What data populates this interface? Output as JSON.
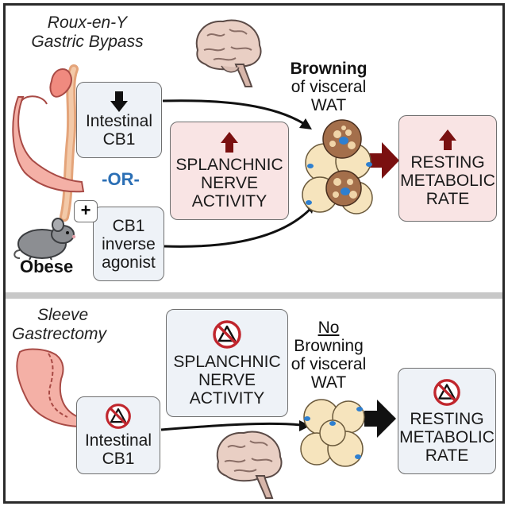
{
  "top": {
    "procedure_line1": "Roux-en-Y",
    "procedure_line2": "Gastric Bypass",
    "intestinal_line1": "Intestinal",
    "intestinal_line2": "CB1",
    "or_label": "-OR-",
    "plus_sign": "+",
    "agonist_line1": "CB1",
    "agonist_line2": "inverse",
    "agonist_line3": "agonist",
    "obese_label": "Obese",
    "splanchnic_line1": "SPLANCHNIC",
    "splanchnic_line2": "NERVE",
    "splanchnic_line3": "ACTIVITY",
    "browning_line1": "Browning",
    "browning_line2": "of visceral",
    "browning_line3": "WAT",
    "rate_line1": "RESTING",
    "rate_line2": "METABOLIC",
    "rate_line3": "RATE"
  },
  "bottom": {
    "procedure_line1": "Sleeve",
    "procedure_line2": "Gastrectomy",
    "splanchnic_line1": "SPLANCHNIC",
    "splanchnic_line2": "NERVE",
    "splanchnic_line3": "ACTIVITY",
    "no_label": "No",
    "browning_line1": "Browning",
    "browning_line2": "of visceral",
    "browning_line3": "WAT",
    "intestinal_line1": "Intestinal",
    "intestinal_line2": "CB1",
    "rate_line1": "RESTING",
    "rate_line2": "METABOLIC",
    "rate_line3": "RATE"
  },
  "colors": {
    "up_arrow": "#7a1010",
    "down_arrow": "#111111",
    "blue_box": "#eef2f7",
    "pink_box": "#f9e4e4",
    "or_text": "#2b6fb5",
    "no_symbol": "#c0262d",
    "fat_cell": "#f6e4bd",
    "brown_cell": "#a46f4b",
    "nucleus": "#2e7fd0"
  },
  "icons": [
    "stomach-icon",
    "brain-icon",
    "mouse-icon",
    "fat-cell-cluster-icon",
    "prohibited-symbol-icon",
    "down-arrow-icon",
    "up-arrow-icon",
    "right-arrow-icon"
  ]
}
